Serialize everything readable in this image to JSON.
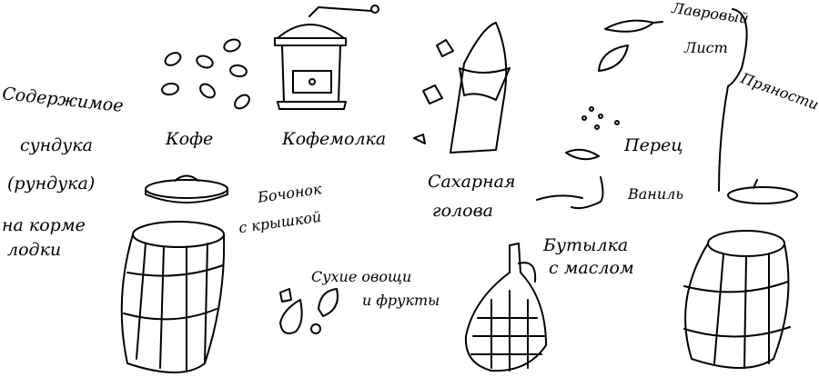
{
  "title_lines": [
    "Содержимое",
    "сундука",
    "(рундука)",
    "на корме",
    "лодки"
  ],
  "labels": {
    "coffee": "Кофе",
    "grinder": "Кофемолка",
    "sugar_1": "Сахарная",
    "sugar_2": "голова",
    "bay_1": "Лавровый",
    "bay_2": "Лист",
    "spices": "Пряности",
    "pepper": "Перец",
    "vanilla": "Ваниль",
    "keg_1": "Бочонок",
    "keg_2": "с крышкой",
    "dried_1": "Сухие овощи",
    "dried_2": "и фрукты",
    "bottle_1": "Бутылка",
    "bottle_2": "с маслом"
  },
  "colors": {
    "ink": "#000000",
    "paper": "#ffffff"
  }
}
